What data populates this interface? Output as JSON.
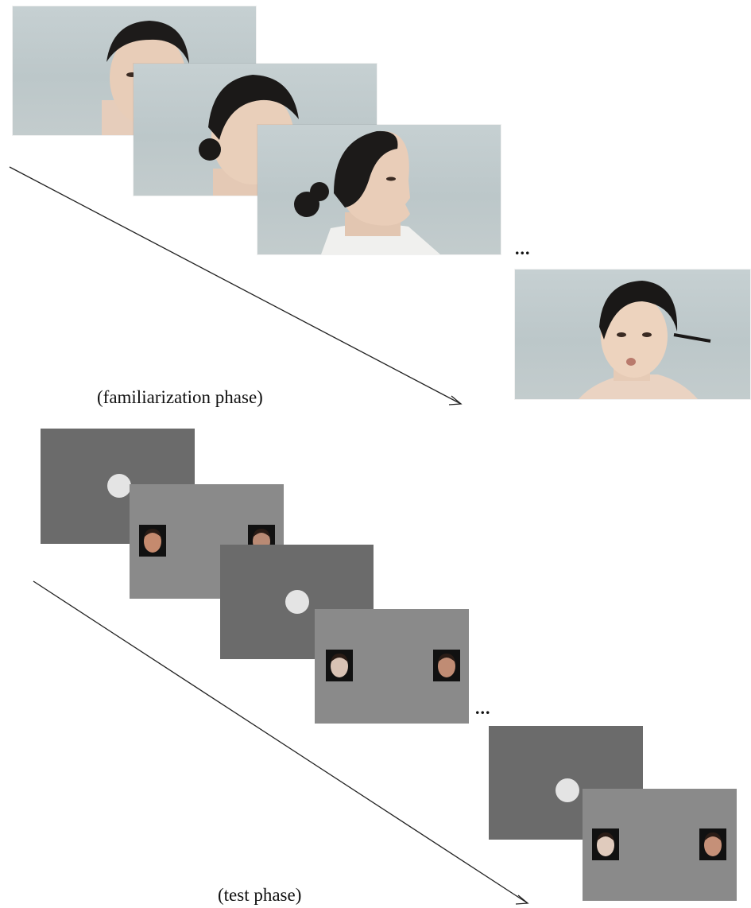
{
  "familiarization": {
    "caption": "(familiarization phase)",
    "ellipsis": "...",
    "views": [
      "frontal-face",
      "three-quarter-face",
      "profile-face",
      "frontal-face-variant"
    ]
  },
  "test": {
    "caption": "(test phase)",
    "ellipsis": "...",
    "trials": [
      "fixation",
      "face-pair",
      "fixation",
      "face-pair",
      "fixation",
      "face-pair"
    ]
  },
  "colors": {
    "fixation_screen": "#6b6b6b",
    "pair_screen": "#8a8a8a",
    "fixation_dot": "#e4e4e4",
    "photo_background": "#c2cccd"
  }
}
